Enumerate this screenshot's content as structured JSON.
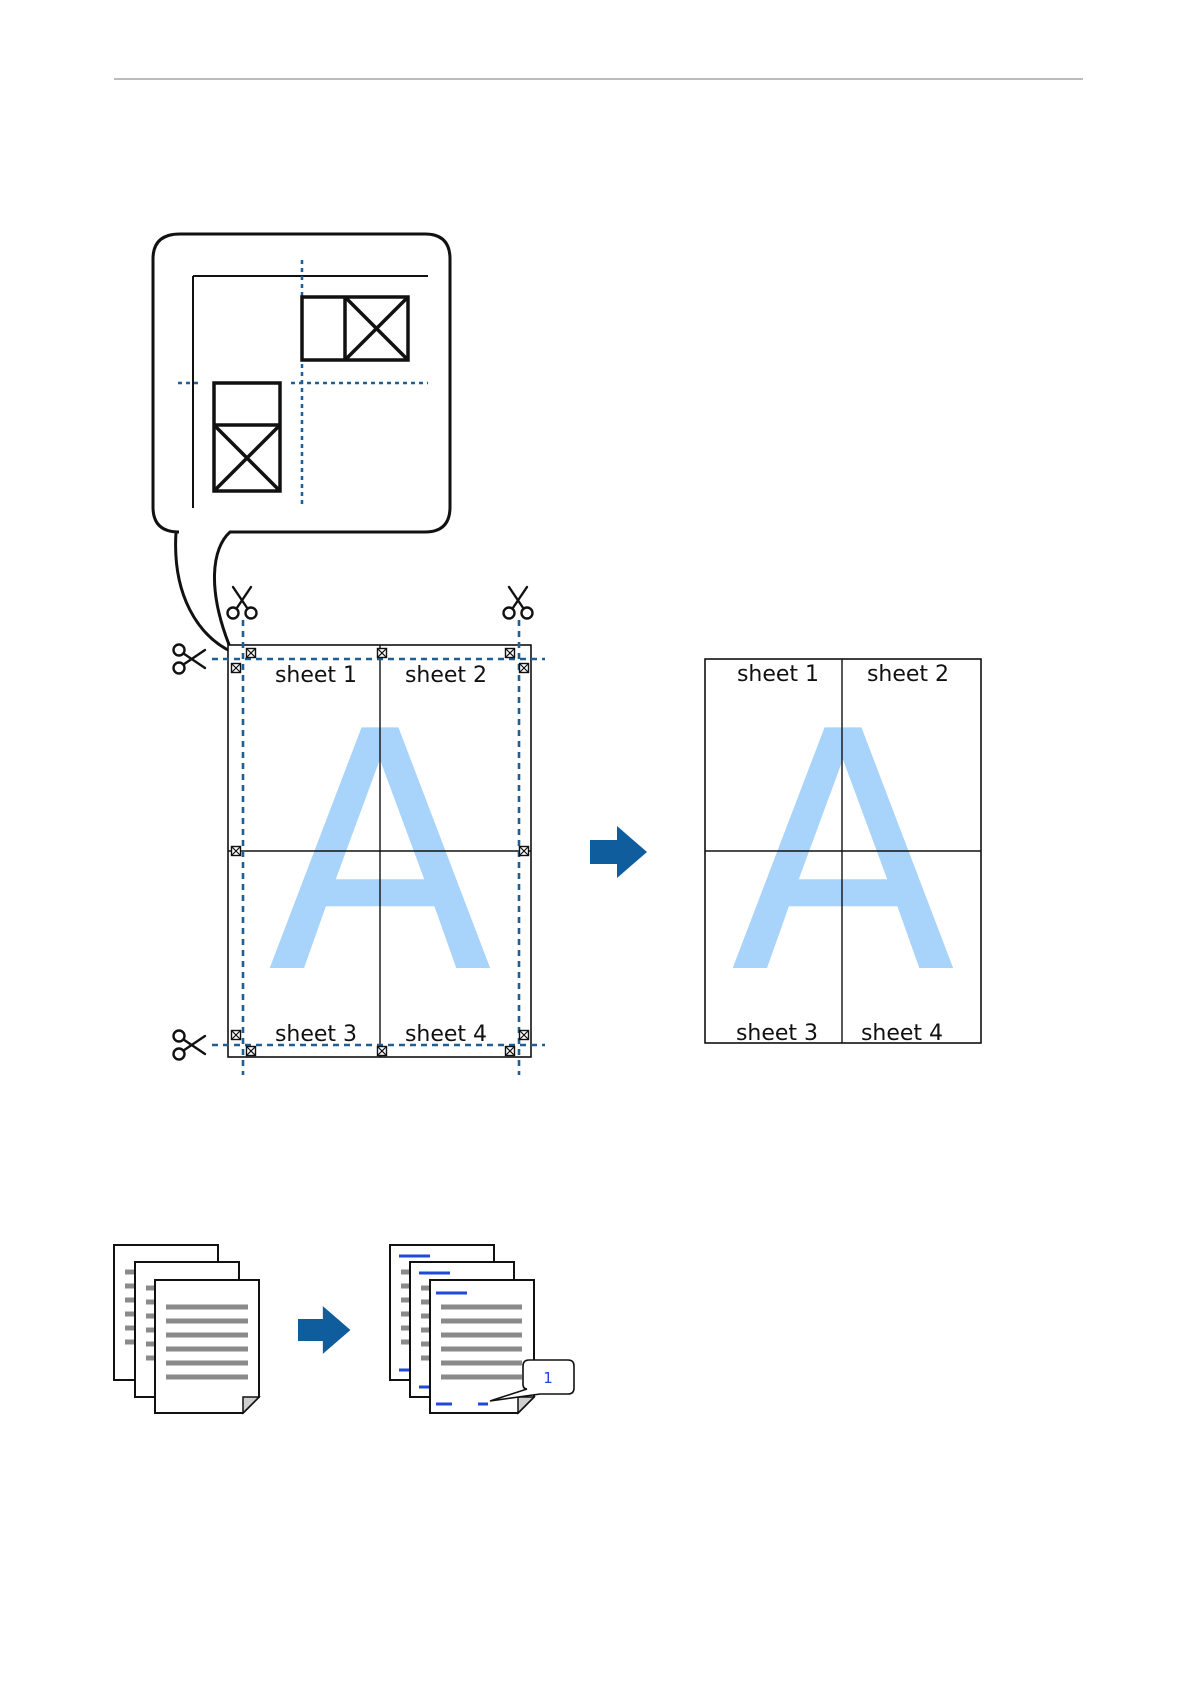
{
  "colors": {
    "guide_blue": "#1f5f95",
    "letter_blue": "#a8d3fb",
    "arrow_blue": "#0f5d9c",
    "highlight_blue": "#1f49d6",
    "text_gray": "#8a8a8a",
    "ink": "#111111",
    "rule_gray": "#a6a6a6"
  },
  "icons": {
    "scissors": "scissors-icon",
    "arrow": "arrow-right-icon",
    "crop_mark": "crop-mark-icon",
    "callout": "speech-bubble"
  },
  "poster_tiled": {
    "watermark": "A",
    "sheets": [
      "sheet 1",
      "sheet 2",
      "sheet 3",
      "sheet 4"
    ]
  },
  "poster_assembled": {
    "watermark": "A",
    "sheets": [
      "sheet 1",
      "sheet 2",
      "sheet 3",
      "sheet 4"
    ]
  },
  "collate": {
    "page_number_badge": "1"
  }
}
